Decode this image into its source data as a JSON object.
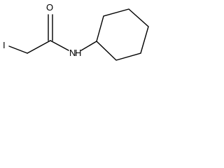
{
  "molecule": {
    "atoms": {
      "iodine": "I",
      "oxygen": "O",
      "nitrogen": "N",
      "hydrogen": "H"
    }
  },
  "colors": {
    "bond": "#000000",
    "background": "#ffffff"
  }
}
